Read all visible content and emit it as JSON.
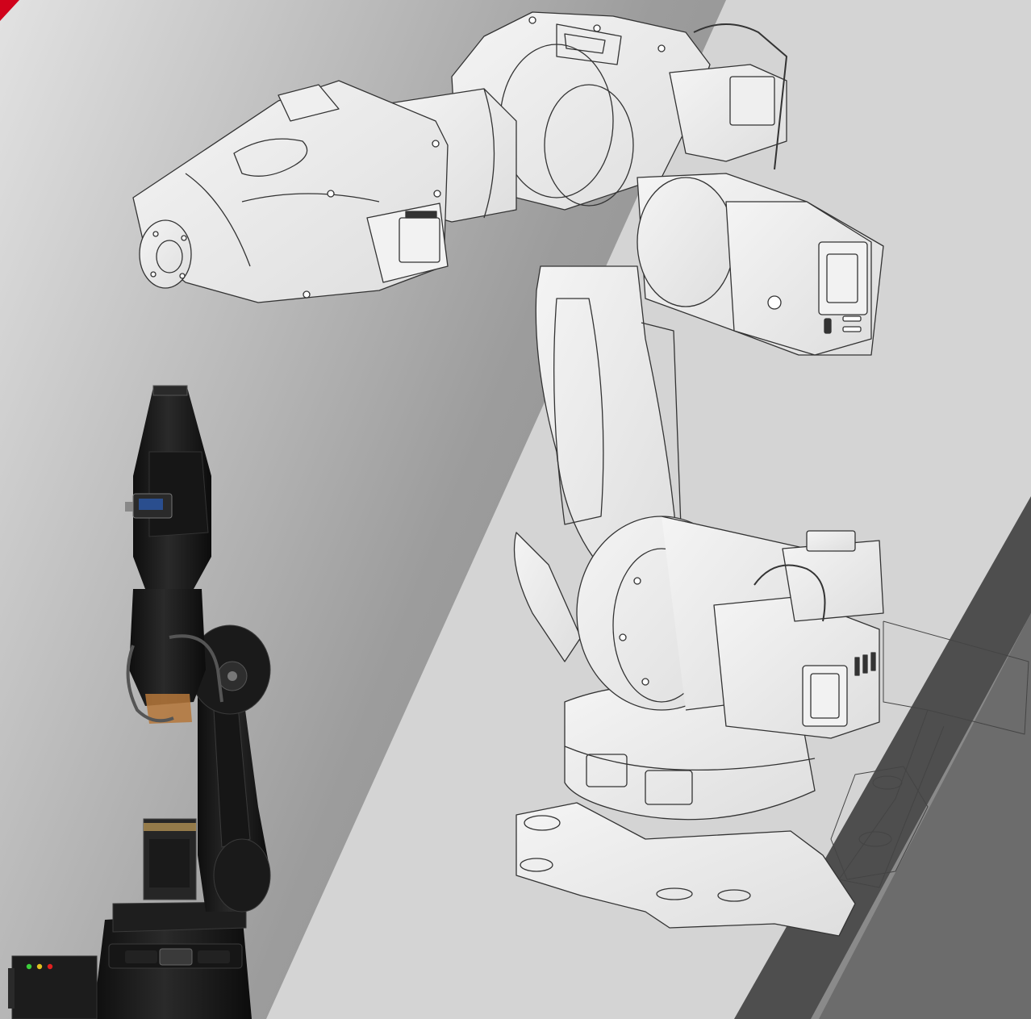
{
  "image": {
    "description_kind": "technical-render",
    "subjects": [
      "robot-arm-wireframe",
      "robot-arm-black-render"
    ]
  },
  "colors": {
    "accent": "#d0021b",
    "background_light": "#d6d6d6",
    "background_mid": "#a9a9a9",
    "stripe_dark": "#5c5c5c",
    "robot_black": "#1c1c1c",
    "line": "#3a3a3a",
    "led_green": "#3ccf3c",
    "led_yellow": "#e0c020",
    "led_red": "#e02020"
  }
}
